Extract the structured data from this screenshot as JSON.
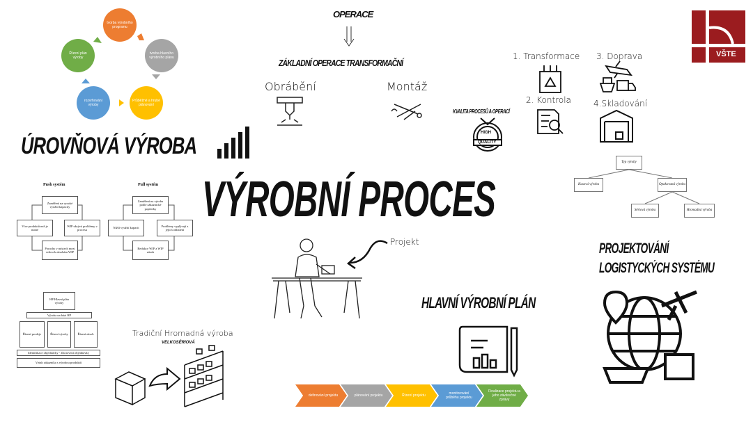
{
  "cycle": [
    {
      "label": "tvorba výrobního programu",
      "color": "#ed7d31"
    },
    {
      "label": "tvorba hlavního výrobního plánu",
      "color": "#a5a5a5"
    },
    {
      "label": "Průběžné a hrubé plánování",
      "color": "#ffc000"
    },
    {
      "label": "rozvrhování výroby",
      "color": "#5b9bd5"
    },
    {
      "label": "Řízení plán výroby",
      "color": "#70ad47"
    }
  ],
  "headings": {
    "urovnova": "ÚROVŇOVÁ VÝROBA",
    "main": "VÝROBNÍ PROCES",
    "operace": "OPERACE",
    "zakladni": "ZÁKLADNÍ OPERACE TRANSFORMAČNÍ",
    "obrabeni": "Obrábění",
    "montaz": "Montáž",
    "kvalita": "KVALITA PROCESŮ A OPERACÍ",
    "projekt": "Projekt",
    "projektovani_1": "PROJEKTOVÁNÍ",
    "projektovani_2": "LOGISTYCKÝCH SYSTÉMU",
    "hvp": "HLAVNÍ VÝROBNÍ PLÁN",
    "tradicni": "Tradiční Hromadná výroba",
    "velkoseriova": "VELKOSÉRIOVÁ"
  },
  "logistics": {
    "t1": "1. Transformace",
    "t2": "2. Kontrola",
    "t3": "3. Doprava",
    "t4": "4.Skladování"
  },
  "quality_badge": {
    "top": "HIGH",
    "bottom": "QUALITY"
  },
  "logo": {
    "text": "VŠTE",
    "color": "#9b1c1f"
  },
  "push": {
    "title": "Push systém",
    "top": "Zaměření na vysoké využití kapacity",
    "left": "Více produktů než je nutné",
    "right": "WIP ukrývá problémy v procesu",
    "bottom": "Poruchy v místech mezi vedou k zásobám WIP"
  },
  "pull": {
    "title": "Pull systém",
    "top": "Zaměření na výrobu podle zákaznické poptávky",
    "left": "Nižší využití kapacit",
    "right": "Problémy vyplývají z jejich odhalení",
    "bottom": "Redukce WIP a WIP zásob"
  },
  "hierarchy": {
    "top": "HP Hlavní plán výroby",
    "row2": "Výroba na bázi HP",
    "c1": "Řízení prodeje",
    "c2": "Řízení výroby",
    "c3": "Řízení zásob",
    "row4": "Identifikace objednávky - Zhotovení objednávky",
    "row5": "Vztah zákazníka s výrobou produktů"
  },
  "tree": {
    "root": "Typ výroby",
    "a": "Kusová výroba",
    "b": "Opakovaná výroba",
    "c": "Sériová výroba",
    "d": "Hromadná výroba"
  },
  "chevrons": [
    {
      "label": "definování projektu",
      "color": "#ed7d31"
    },
    {
      "label": "plánování projektu",
      "color": "#a5a5a5"
    },
    {
      "label": "Řízení projektu",
      "color": "#ffc000"
    },
    {
      "label": "monitorování průběhu projektu",
      "color": "#5b9bd5"
    },
    {
      "label": "Finalizace projektu a jeho závěrečné zprávy",
      "color": "#70ad47"
    }
  ]
}
